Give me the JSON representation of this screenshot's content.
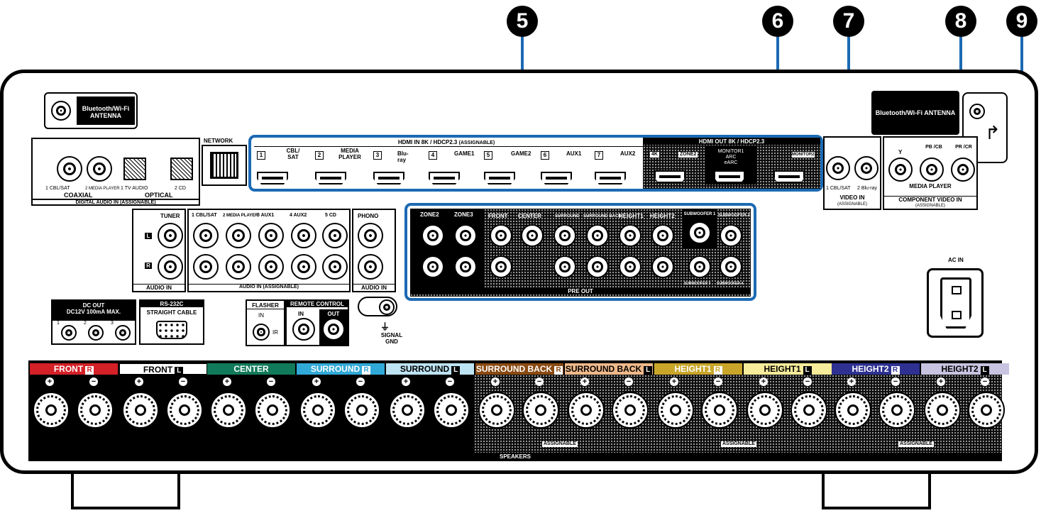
{
  "callouts": [
    "5",
    "6",
    "7",
    "8",
    "9"
  ],
  "antenna_left": "Bluetooth/Wi-Fi ANTENNA",
  "antenna_right": "Bluetooth/Wi-Fi ANTENNA",
  "network": "NETWORK",
  "digital_audio": {
    "coax1": "1 CBL/SAT",
    "coax2": "2 MEDIA PLAYER",
    "opt1": "1 TV AUDIO",
    "opt2": "2 CD",
    "coaxial": "COAXIAL",
    "optical": "OPTICAL",
    "footer": "DIGITAL AUDIO IN",
    "assignable": "(ASSIGNABLE)"
  },
  "hdmi_in": {
    "title": "HDMI IN 8K / HDCP2.3",
    "assignable": "(ASSIGNABLE)",
    "inputs": [
      {
        "num": "1",
        "label": "CBL/ SAT"
      },
      {
        "num": "2",
        "label": "MEDIA PLAYER"
      },
      {
        "num": "3",
        "label": "Blu-ray"
      },
      {
        "num": "4",
        "label": "GAME1"
      },
      {
        "num": "5",
        "label": "GAME2"
      },
      {
        "num": "6",
        "label": "AUX1"
      },
      {
        "num": "7",
        "label": "AUX2"
      }
    ]
  },
  "hdmi_out": {
    "title": "HDMI OUT 8K / HDCP2.3",
    "k4": "4K",
    "zone2": "ZONE2",
    "monitor1": "MONITOR1",
    "arc": "ARC",
    "earc": "eARC",
    "monitor2": "MONITOR2"
  },
  "video_in": {
    "cbl": "1 CBL/SAT",
    "bluray": "2 Blu-ray",
    "title": "VIDEO IN",
    "assignable": "(ASSIGNABLE)"
  },
  "component": {
    "y": "Y",
    "pb": "PB /CB",
    "pr": "PR /CR",
    "media_player": "MEDIA PLAYER",
    "title": "COMPONENT VIDEO IN",
    "assignable": "(ASSIGNABLE)"
  },
  "audio_in": {
    "tuner": "TUNER",
    "l": "L",
    "r": "R",
    "footer": "AUDIO IN",
    "cols": [
      "1 CBL/SAT",
      "2 MEDIA PLAYER",
      "3 AUX1",
      "4 AUX2",
      "5 CD"
    ],
    "footer_assignable": "AUDIO IN (ASSIGNABLE)",
    "phono": "PHONO",
    "phono_footer": "AUDIO IN"
  },
  "pre_out": {
    "zone2": "ZONE2",
    "zone3": "ZONE3",
    "front": "FRONT",
    "center": "CENTER",
    "surround": "SURROUND",
    "surround_back": "SURROUND BACK",
    "height1": "HEIGHT1",
    "height2": "HEIGHT2",
    "sub1": "SUBWOOFER 1",
    "sub2": "SUBWOOFER 2",
    "sub3": "SUBWOOFER 3",
    "sub4": "SUBWOOFER 4",
    "title": "PRE OUT"
  },
  "dc_out": {
    "title": "DC OUT",
    "spec": "DC12V 100mA MAX.",
    "n1": "1",
    "n2": "2",
    "n3": "3"
  },
  "rs232c": {
    "title": "RS-232C",
    "sub": "STRAIGHT CABLE"
  },
  "flasher": {
    "title": "FLASHER",
    "in": "IN",
    "ir": "IR"
  },
  "remote": {
    "title": "REMOTE CONTROL",
    "in": "IN",
    "out": "OUT"
  },
  "signal_gnd": "SIGNAL GND",
  "ac_in": "AC IN",
  "speakers": {
    "groups": [
      {
        "label": "FRONT",
        "side": "R",
        "color": "#d42027",
        "text": "#fff"
      },
      {
        "label": "FRONT",
        "side": "L",
        "color": "#ffffff",
        "text": "#000"
      },
      {
        "label": "CENTER",
        "side": "",
        "color": "#117a5a",
        "text": "#fff"
      },
      {
        "label": "SURROUND",
        "side": "R",
        "color": "#31a9d8",
        "text": "#fff"
      },
      {
        "label": "SURROUND",
        "side": "L",
        "color": "#bde3f2",
        "text": "#000"
      },
      {
        "label": "SURROUND BACK",
        "side": "R",
        "color": "#8a4a12",
        "text": "#fff"
      },
      {
        "label": "SURROUND BACK",
        "side": "L",
        "color": "#f0b98a",
        "text": "#000"
      },
      {
        "label": "HEIGHT1",
        "side": "R",
        "color": "#c9a62a",
        "text": "#fff"
      },
      {
        "label": "HEIGHT1",
        "side": "L",
        "color": "#f7ec9a",
        "text": "#000"
      },
      {
        "label": "HEIGHT2",
        "side": "R",
        "color": "#2e3192",
        "text": "#fff"
      },
      {
        "label": "HEIGHT2",
        "side": "L",
        "color": "#c7c3e0",
        "text": "#000"
      }
    ],
    "plus": "+",
    "minus": "−",
    "assignable": "ASSIGNABLE",
    "footer": "SPEAKERS"
  }
}
